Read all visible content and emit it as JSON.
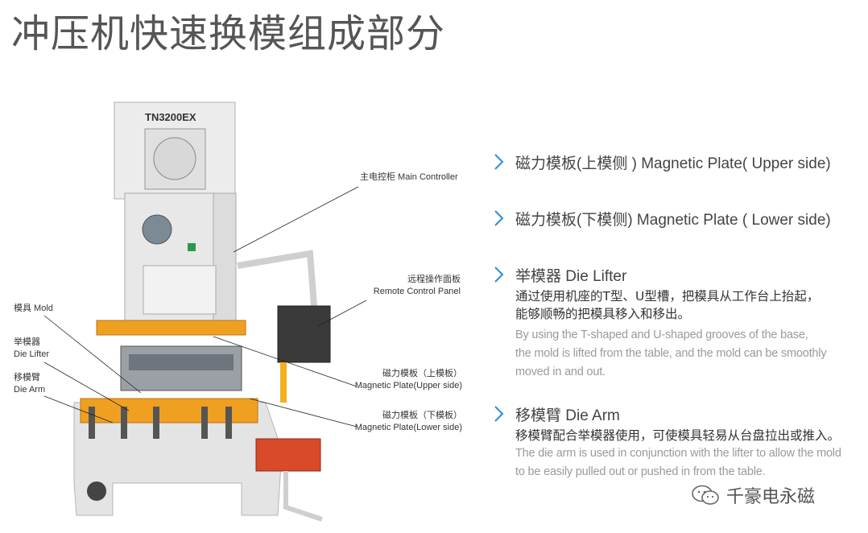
{
  "title": "冲压机快速换模组成部分",
  "machine": {
    "model_label": "TN3200EX"
  },
  "callouts": {
    "main_controller": "主电控柜 Main Controller",
    "remote_cn": "远程操作面板",
    "remote_en": "Remote Control Panel",
    "mold": "模具 Mold",
    "lifter_cn": "举模器",
    "lifter_en": "Die Lifter",
    "arm_cn": "移模臂",
    "arm_en": "Die Arm",
    "mag_upper_cn": "磁力模板（上模板）",
    "mag_upper_en": "Magnetic Plate(Upper side)",
    "mag_lower_cn": "磁力模板（下模板）",
    "mag_lower_en": "Magnetic Plate(Lower side)"
  },
  "features": [
    {
      "heading": "磁力模板(上模侧 ) Magnetic Plate( Upper side)"
    },
    {
      "heading": "磁力模板(下模侧)   Magnetic Plate ( Lower side)"
    },
    {
      "heading": "举模器  Die Lifter",
      "cn_lines": [
        "通过使用机座的T型、U型槽，把模具从工作台上抬起，",
        "能够顺畅的把模具移入和移出。"
      ],
      "en_lines": [
        "By using the T-shaped and U-shaped grooves of the base,",
        "the mold is lifted from the table, and the mold can be smoothly",
        "moved in and out."
      ]
    },
    {
      "heading": "移模臂  Die Arm",
      "cn_lines": [
        "移模臂配合举模器使用，可使模具轻易从台盘拉出或推入。"
      ],
      "en_lines": [
        "The die arm is used in conjunction with the lifter to allow the mold",
        "to be easily pulled out or pushed in from the table."
      ]
    }
  ],
  "brand": {
    "name": "千豪电永磁",
    "icon": "wechat-icon"
  },
  "colors": {
    "accent_blue": "#2a8fd4",
    "machine_grey": "#e6e6e6",
    "machine_orange": "#f0a020"
  }
}
